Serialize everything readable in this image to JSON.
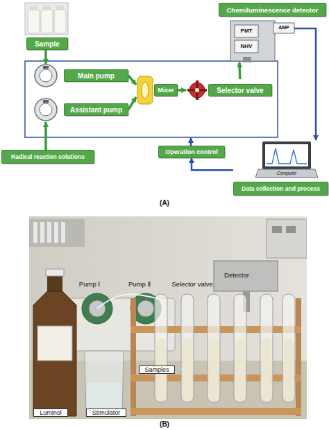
{
  "diagram": {
    "nodes": [
      {
        "text": [
          "Chemiluminescence detector"
        ]
      },
      {
        "text": [
          "Sample"
        ]
      },
      {
        "text": [
          "Main pump"
        ]
      },
      {
        "text": [
          "Mixer"
        ]
      },
      {
        "text": [
          "Selector valve"
        ]
      },
      {
        "text": [
          "Assistant pump"
        ]
      },
      {
        "text": [
          "Radical reaction solutions"
        ]
      },
      {
        "text": [
          "Operation control"
        ]
      },
      {
        "text": [
          "Data collection and process"
        ]
      }
    ],
    "edges": [
      {
        "from": 1,
        "to": 2,
        "arrow": "to"
      },
      {
        "from": 6,
        "to": 5,
        "arrow": "to"
      },
      {
        "from": 2,
        "to": 3,
        "arrow": "to"
      },
      {
        "from": 5,
        "to": 3,
        "arrow": "to"
      },
      {
        "from": 3,
        "to": 4,
        "arrow": "to"
      },
      {
        "from": 4,
        "to": 0,
        "arrow": "to"
      },
      {
        "from": 0,
        "to": 8,
        "arrow": "to"
      },
      {
        "from": 8,
        "to": 7,
        "arrow": "to"
      }
    ],
    "labels": [
      "PMT",
      "NHV",
      "AMP",
      "Computer",
      "(A)",
      "Pump Ⅰ",
      "Pump Ⅱ",
      "Selector valve",
      "Detector",
      "Luminol",
      "Stimulator",
      "Samples",
      "(B)"
    ]
  }
}
